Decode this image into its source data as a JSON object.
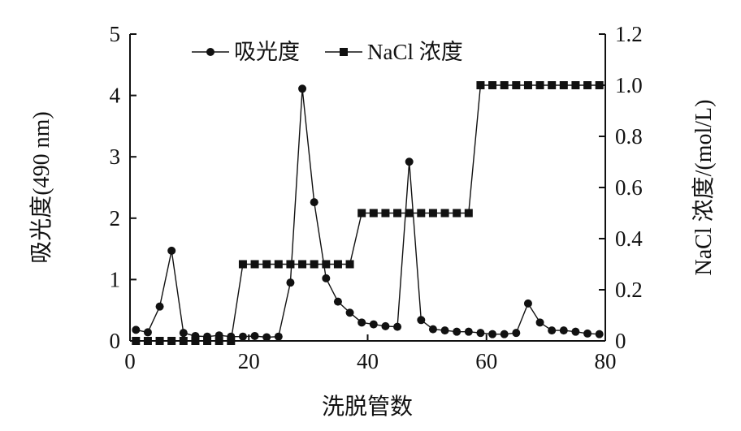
{
  "chart_data": {
    "type": "line",
    "xlabel": "洗脱管数",
    "ylabel_left": "吸光度(490 nm)",
    "ylabel_right": "NaCl 浓度/(mol/L)",
    "xlim": [
      0,
      80
    ],
    "ylim_left": [
      0,
      5
    ],
    "ylim_right": [
      0,
      1.2
    ],
    "x_ticks": [
      "0",
      "20",
      "40",
      "60",
      "80"
    ],
    "y_left_ticks": [
      "0",
      "1",
      "2",
      "3",
      "4",
      "5"
    ],
    "y_right_ticks": [
      "0",
      "0.2",
      "0.4",
      "0.6",
      "0.8",
      "1.0",
      "1.2"
    ],
    "legend_position": "top",
    "grid": false,
    "colors": {
      "line": "#111111",
      "axis": "#111111"
    },
    "series": [
      {
        "name": "吸光度",
        "axis": "left",
        "marker": "circle",
        "x": [
          1,
          3,
          5,
          7,
          9,
          11,
          13,
          15,
          17,
          19,
          21,
          23,
          25,
          27,
          29,
          31,
          33,
          35,
          37,
          39,
          41,
          43,
          45,
          47,
          49,
          51,
          53,
          55,
          57,
          59,
          61,
          63,
          65,
          67,
          69,
          71,
          73,
          75,
          77,
          79
        ],
        "values": [
          0.18,
          0.14,
          0.56,
          1.47,
          0.13,
          0.08,
          0.07,
          0.09,
          0.07,
          0.07,
          0.08,
          0.06,
          0.07,
          0.95,
          4.11,
          2.26,
          1.02,
          0.64,
          0.46,
          0.3,
          0.27,
          0.24,
          0.23,
          2.92,
          0.34,
          0.19,
          0.17,
          0.15,
          0.15,
          0.13,
          0.11,
          0.11,
          0.13,
          0.61,
          0.3,
          0.17,
          0.17,
          0.15,
          0.12,
          0.11
        ]
      },
      {
        "name": "NaCl 浓度",
        "axis": "right",
        "marker": "square",
        "x": [
          1,
          3,
          5,
          7,
          9,
          11,
          13,
          15,
          17,
          19,
          21,
          23,
          25,
          27,
          29,
          31,
          33,
          35,
          37,
          39,
          41,
          43,
          45,
          47,
          49,
          51,
          53,
          55,
          57,
          59,
          61,
          63,
          65,
          67,
          69,
          71,
          73,
          75,
          77,
          79
        ],
        "values": [
          0,
          0,
          0,
          0,
          0,
          0,
          0,
          0,
          0,
          0.3,
          0.3,
          0.3,
          0.3,
          0.3,
          0.3,
          0.3,
          0.3,
          0.3,
          0.3,
          0.5,
          0.5,
          0.5,
          0.5,
          0.5,
          0.5,
          0.5,
          0.5,
          0.5,
          0.5,
          1.0,
          1.0,
          1.0,
          1.0,
          1.0,
          1.0,
          1.0,
          1.0,
          1.0,
          1.0,
          1.0
        ]
      }
    ]
  }
}
